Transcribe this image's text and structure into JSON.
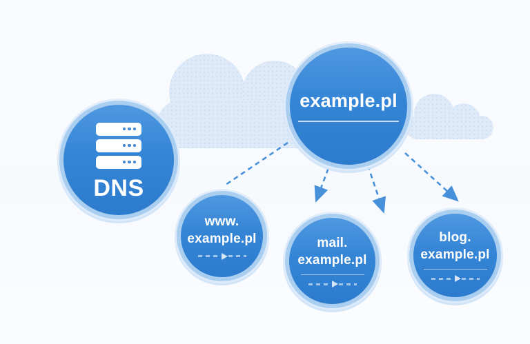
{
  "diagram": {
    "dns": {
      "label": "DNS",
      "icon": "server-icon"
    },
    "root": {
      "label": "example.pl"
    },
    "subdomains": [
      {
        "line1": "www.",
        "line2": "example.pl"
      },
      {
        "line1": "mail.",
        "line2": "example.pl"
      },
      {
        "line1": "blog.",
        "line2": "example.pl"
      }
    ],
    "colors": {
      "node_fill_top": "#4f98e1",
      "node_fill_bottom": "#2c7bce",
      "node_ring": "#a9ceef",
      "connector": "#4790da",
      "cloud": "#dfeaf8",
      "background": "#fafbfe",
      "text": "#ffffff"
    }
  }
}
